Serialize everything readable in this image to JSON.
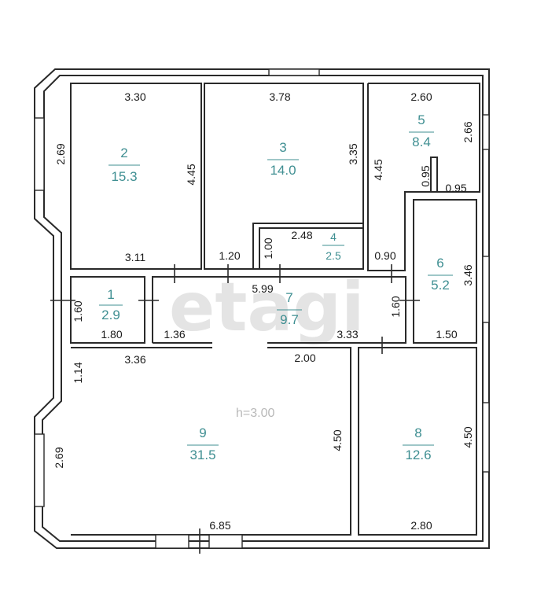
{
  "watermark": "etagi",
  "ceiling_height": "h=3.00",
  "rooms": [
    {
      "number": "2",
      "area": "15.3"
    },
    {
      "number": "3",
      "area": "14.0"
    },
    {
      "number": "5",
      "area": "8.4"
    },
    {
      "number": "4",
      "area": "2.5"
    },
    {
      "number": "6",
      "area": "5.2"
    },
    {
      "number": "1",
      "area": "2.9"
    },
    {
      "number": "7",
      "area": "9.7"
    },
    {
      "number": "9",
      "area": "31.5"
    },
    {
      "number": "8",
      "area": "12.6"
    }
  ],
  "dimensions": {
    "r2_top": "3.30",
    "r2_left": "2.69",
    "r2_right": "4.45",
    "r2_bottom": "3.11",
    "r3_top": "3.78",
    "r3_right": "3.35",
    "r3_bottom": "1.20",
    "r5_top": "2.60",
    "r5_right": "2.66",
    "r5_left": "4.45",
    "r5_niche_v": "0.95",
    "r5_niche_h": "0.95",
    "r4_top": "2.48",
    "r4_left": "1.00",
    "corridor_gap": "0.90",
    "r6_right": "3.46",
    "r6_bottom": "1.50",
    "r1_left": "1.60",
    "r1_bottom": "1.80",
    "r7_top": "5.99",
    "r7_left": "1.36",
    "r7_right": "1.60",
    "r7_bottom": "3.33",
    "r9_top": "3.36",
    "r9_left_top": "1.14",
    "r9_left": "2.69",
    "r9_right": "4.50",
    "r9_door": "2.00",
    "r9_bottom": "6.85",
    "r8_right": "4.50",
    "r8_bottom": "2.80"
  }
}
